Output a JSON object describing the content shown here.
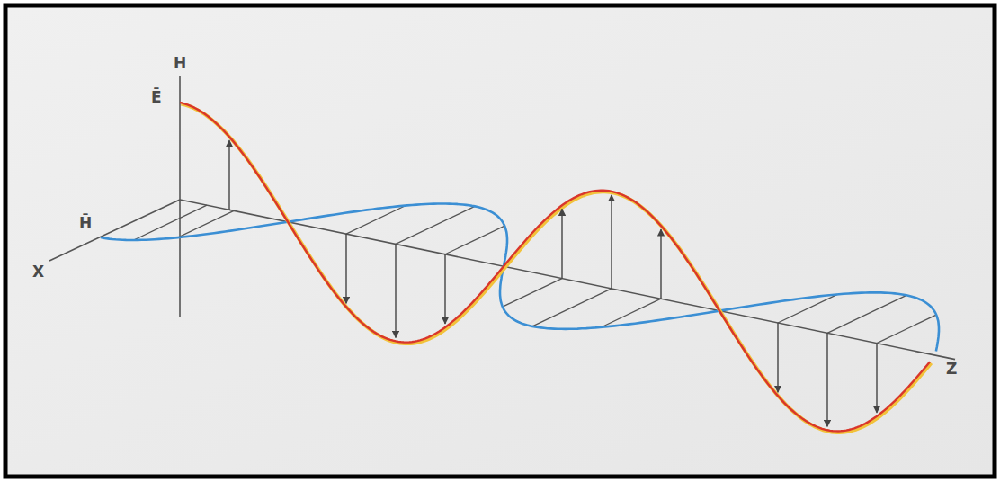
{
  "diagram": {
    "labels": [
      "H",
      "Ē",
      "H̄",
      "X",
      "Z"
    ]
  }
}
